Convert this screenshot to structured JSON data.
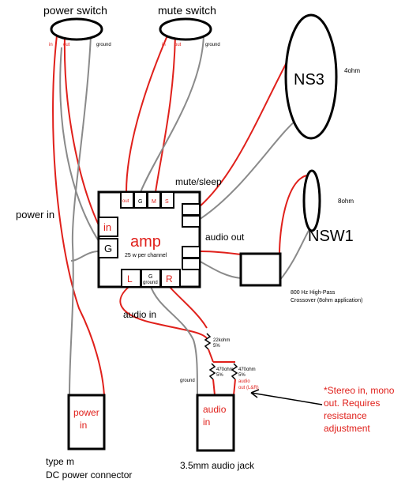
{
  "labels": {
    "power_switch": "power switch",
    "mute_switch": "mute switch",
    "power_switch_in": "in",
    "power_switch_out": "out",
    "power_switch_ground": "ground",
    "mute_switch_in": "in",
    "mute_switch_out": "out",
    "mute_switch_ground": "ground",
    "ns3": "NS3",
    "ns3_ohm": "4ohm",
    "nsw1": "NSW1",
    "nsw1_ohm": "8ohm",
    "mute_sleep": "mute/sleep",
    "power_in": "power in",
    "amp_title": "amp",
    "amp_sub": "25 w per channel",
    "amp_pin_in": "in",
    "amp_pin_g": "G",
    "amp_top_out": "out",
    "amp_top_g": "G",
    "amp_top_m": "M",
    "amp_top_s": "S",
    "amp_bot_l": "L",
    "amp_bot_g": "G",
    "amp_bot_ground": "ground",
    "amp_bot_r": "R",
    "audio_out": "audio out",
    "crossover_line1": "800 Hz High-Pass",
    "crossover_line2": "Crossover (8ohm application)",
    "audio_in": "audio in",
    "res_22k_1": "22kohm",
    "res_22k_2": "5%",
    "res_470_a1": "470ohm",
    "res_470_a2": "5%",
    "res_470_b1": "470ohm",
    "res_470_b2": "5%",
    "jack_ground": "ground",
    "jack_audio_out_1": "audio",
    "jack_audio_out_2": "out (L&R)",
    "note_line1": "*Stereo in, mono",
    "note_line2": "out. Requires",
    "note_line3": "resistance",
    "note_line4": "adjustment",
    "power_conn_1": "power",
    "power_conn_2": "in",
    "type_m": "type m",
    "dc_power": "DC power connector",
    "jack_1": "audio",
    "jack_2": "in",
    "jack_name": "3.5mm audio jack"
  },
  "colors": {
    "red": "#e0201b",
    "gray": "#8a8a8a",
    "black": "#000000"
  }
}
